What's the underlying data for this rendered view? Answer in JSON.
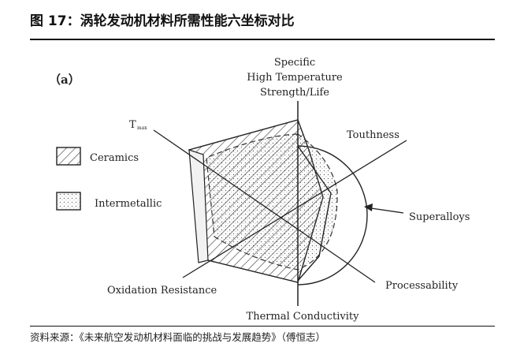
{
  "figure": {
    "title": "图 17：涡轮发动机材料所需性能六坐标对比",
    "source": "资料来源：《未来航空发动机材料面临的挑战与发展趋势》（傅恒志）",
    "panel_label": "（a）"
  },
  "diagram": {
    "axes": [
      {
        "id": "specific-strength",
        "lines": [
          "Specific",
          "High Temperature",
          "Strength/Life"
        ]
      },
      {
        "id": "toughness",
        "lines": [
          "Touthness"
        ]
      },
      {
        "id": "processability",
        "lines": [
          "Processability"
        ]
      },
      {
        "id": "thermal-conductivity",
        "lines": [
          "Thermal Conductivity"
        ]
      },
      {
        "id": "oxidation-resistance",
        "lines": [
          "Oxidation Resistance"
        ]
      },
      {
        "id": "tmax",
        "lines": [
          "T",
          "max"
        ]
      }
    ],
    "legend": [
      {
        "id": "ceramics",
        "label": "Ceramics",
        "pattern": "hatched"
      },
      {
        "id": "intermetallic",
        "label": "Intermetallic",
        "pattern": "dotted"
      }
    ],
    "callouts": [
      {
        "id": "superalloys",
        "label": "Superalloys"
      }
    ],
    "colors": {
      "ink": "#222222",
      "background": "#ffffff"
    }
  }
}
